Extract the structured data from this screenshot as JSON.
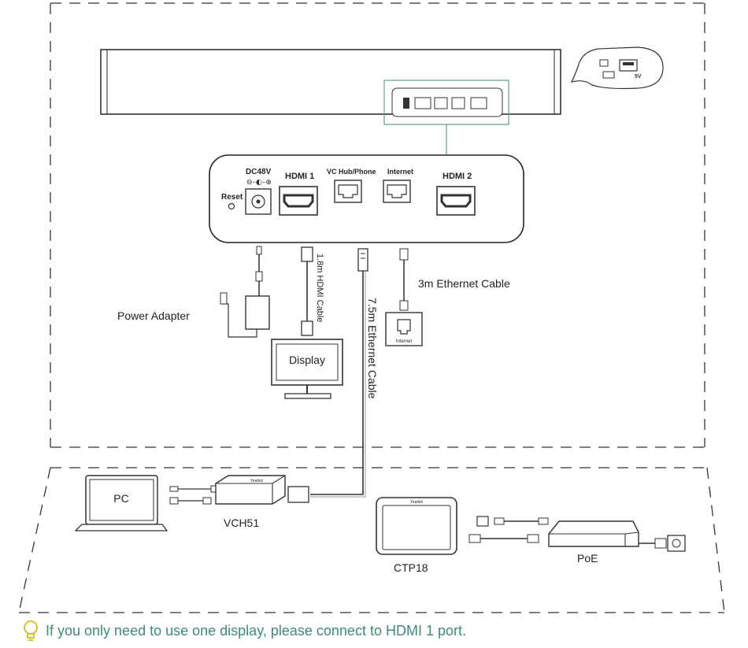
{
  "ports": {
    "dc": "DC48V",
    "reset": "Reset",
    "hdmi1": "HDMI 1",
    "vchub": "VC Hub/Phone",
    "internet": "Internet",
    "hdmi2": "HDMI 2"
  },
  "labels": {
    "power_adapter": "Power Adapter",
    "hdmi_cable": "1.8m HDMI Cable",
    "ethernet_75": "7.5m Ethernet Cable",
    "ethernet_3m": "3m Ethernet Cable",
    "display": "Display",
    "wall_internet": "Internet",
    "pc": "PC",
    "vch51": "VCH51",
    "ctp18": "CTP18",
    "poe": "PoE",
    "usb_5v": "5V",
    "brand": "Yealink"
  },
  "tip": {
    "text": "If you only need to use one display, please connect to HDMI 1 port.",
    "icon": "lightbulb-icon",
    "color": "#3f8a7a"
  }
}
